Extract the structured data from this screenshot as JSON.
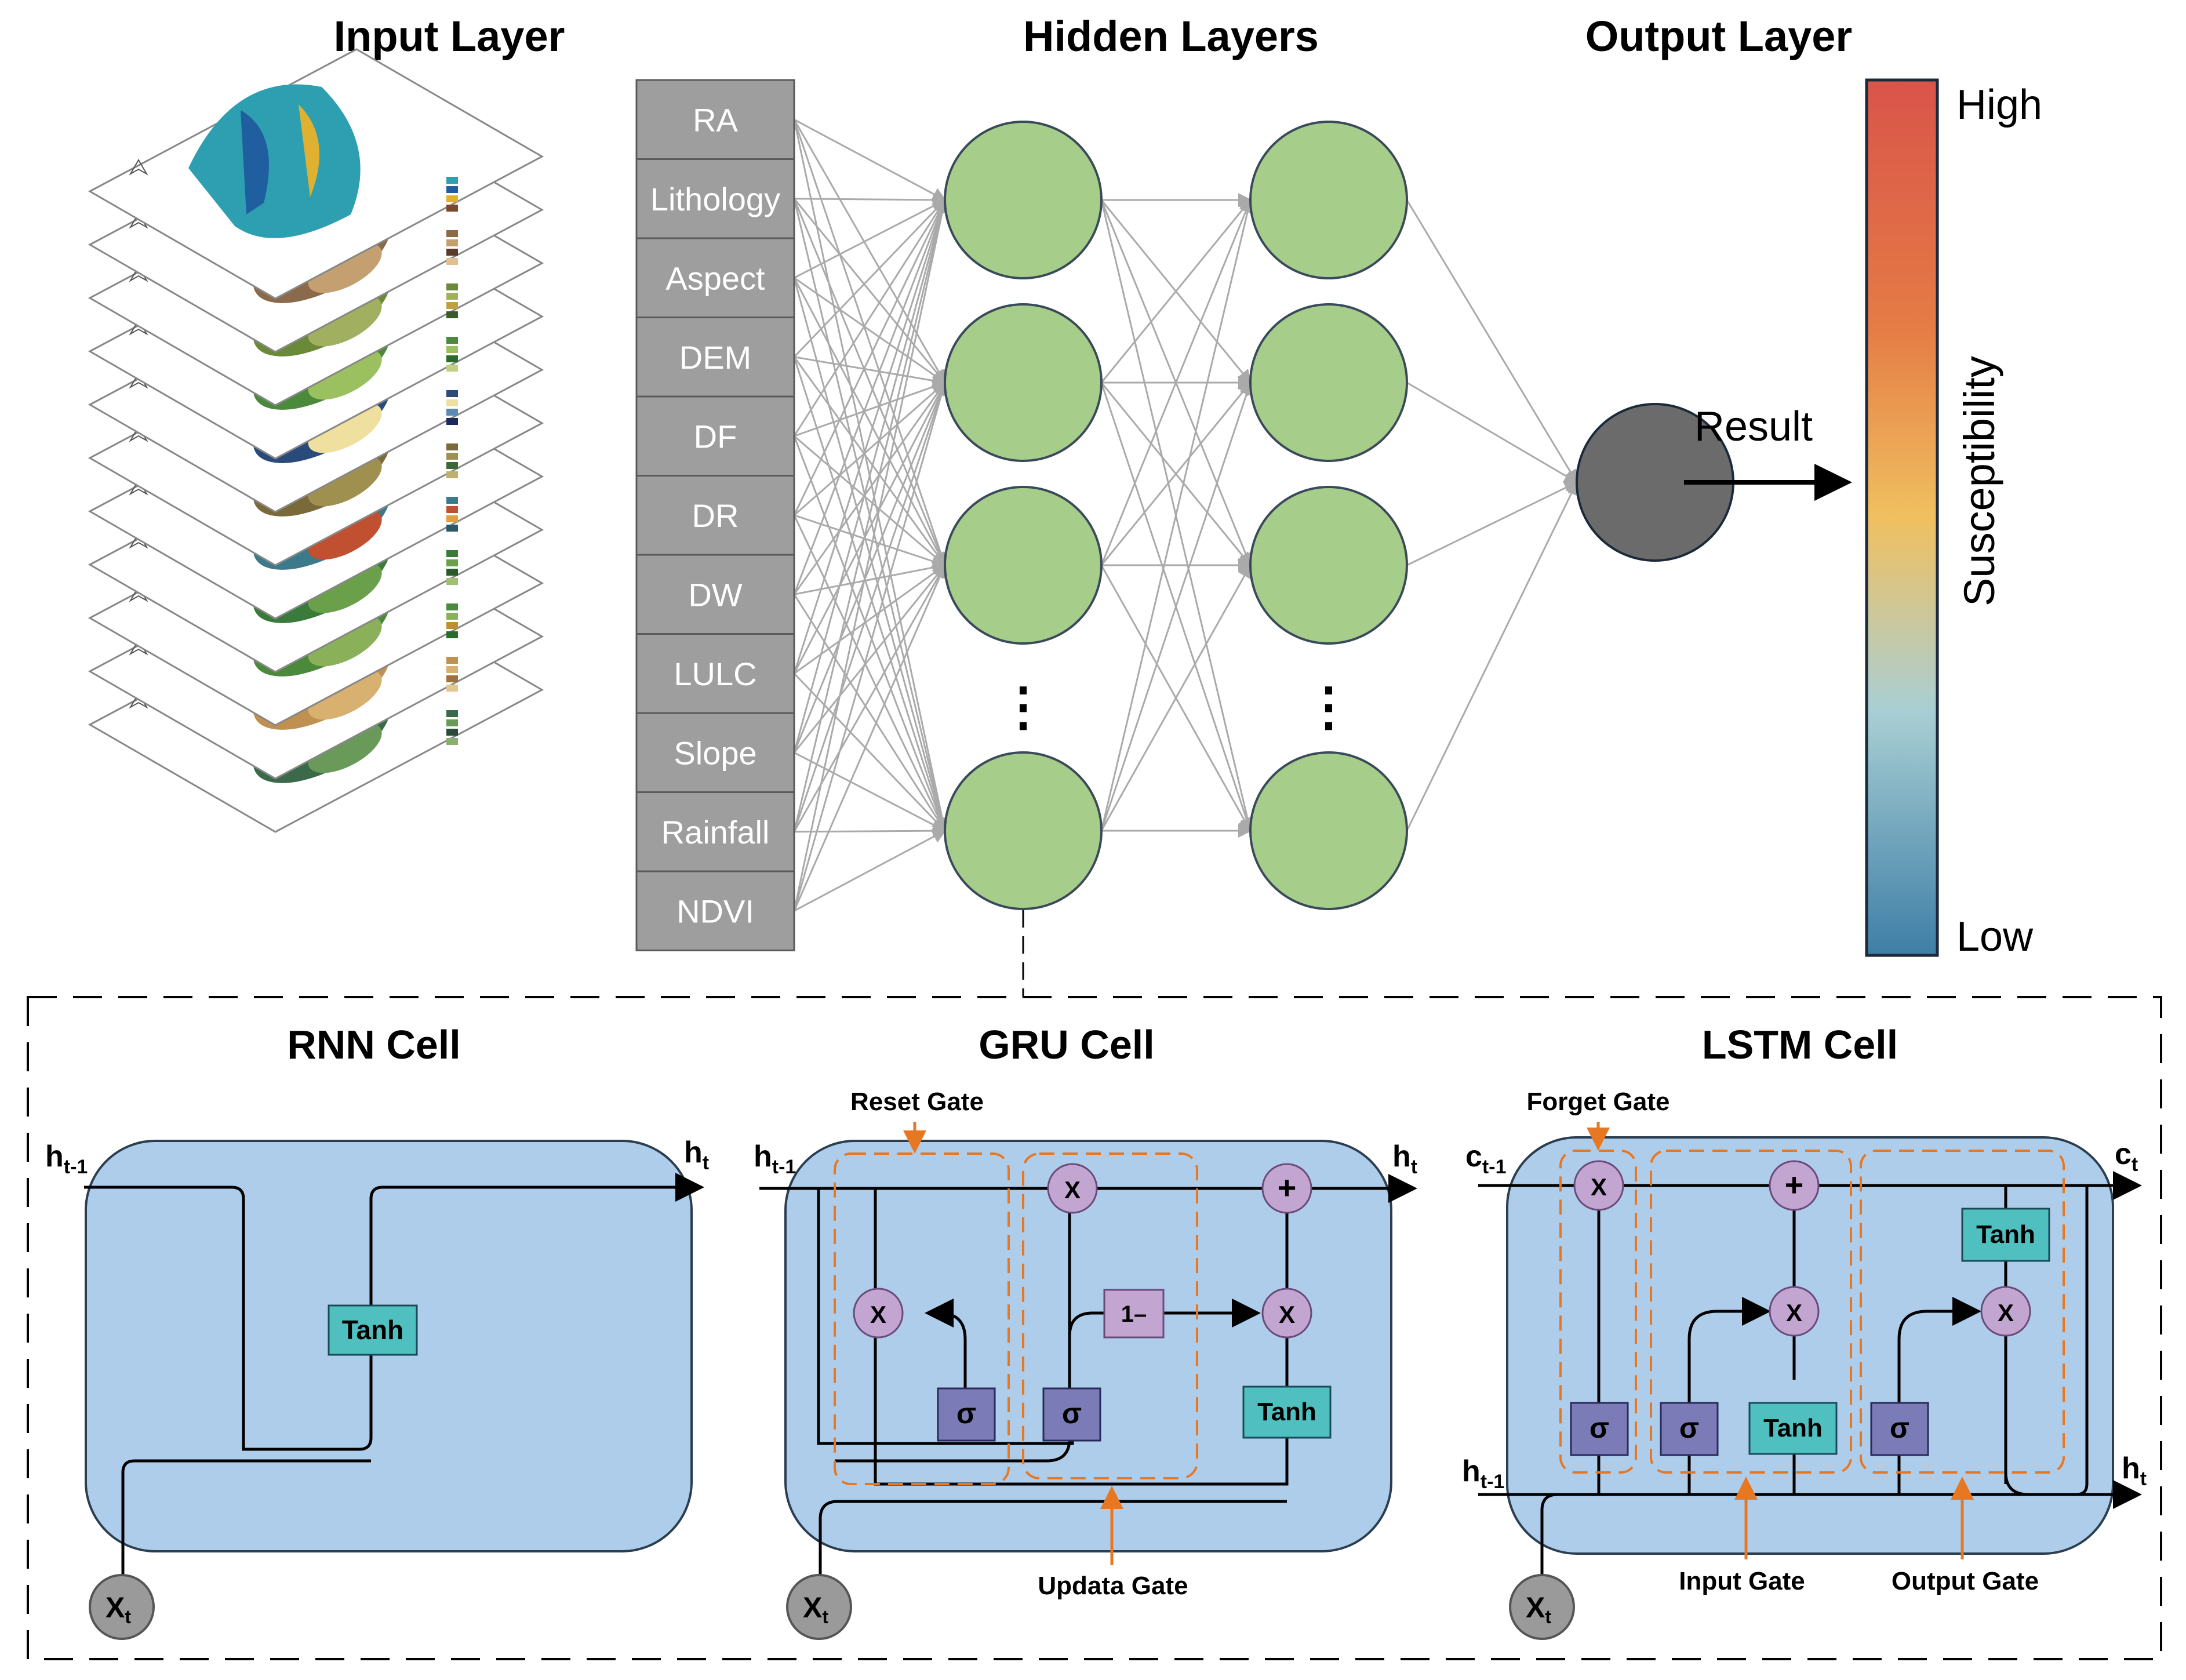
{
  "top": {
    "input_title": "Input Layer",
    "hidden_title": "Hidden Layers",
    "output_title": "Output Layer",
    "features": [
      "RA",
      "Lithology",
      "Aspect",
      "DEM",
      "DF",
      "DR",
      "DW",
      "LULC",
      "Slope",
      "Rainfall",
      "NDVI"
    ],
    "ellipsis": "⋮",
    "result_label": "Result",
    "legend": {
      "high": "High",
      "low": "Low",
      "title": "Susceptibility",
      "colors": [
        "#d9544a",
        "#e57b45",
        "#f0c060",
        "#a9cfd4",
        "#3e7ea6"
      ]
    }
  },
  "cells": {
    "rnn_title": "RNN Cell",
    "gru_title": "GRU Cell",
    "lstm_title": "LSTM Cell",
    "tanh": "Tanh",
    "sigma": "σ",
    "mul": "X",
    "plus": "+",
    "one_minus": "1–",
    "reset_gate": "Reset Gate",
    "update_gate": "Updata Gate",
    "forget_gate": "Forget Gate",
    "input_gate": "Input Gate",
    "output_gate": "Output Gate",
    "h_prev": "h",
    "h_prev_sub": "t-1",
    "h_cur": "h",
    "h_cur_sub": "t",
    "c_prev": "c",
    "c_prev_sub": "t-1",
    "c_cur": "c",
    "c_cur_sub": "t",
    "x": "X",
    "x_sub": "t"
  },
  "colors": {
    "cell_fill": "#aecdea",
    "neuron": "#a6cd8a",
    "output_neuron": "#6b6b6b",
    "feature_box": "#9e9e9e",
    "op_circle": "#c3a5d2",
    "sigma_box": "#7b7bb8",
    "tanh_box": "#4fbfbf",
    "gate_dash": "#e87722"
  }
}
